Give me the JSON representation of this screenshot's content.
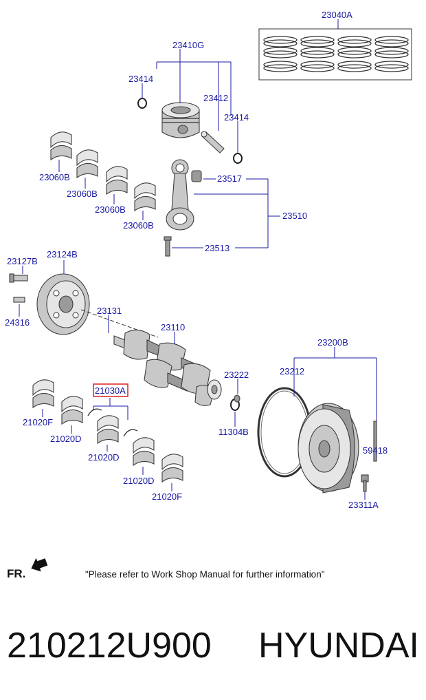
{
  "diagram": {
    "labels": {
      "piston_ring_set": "23040A",
      "piston_assy": "23410G",
      "snap_ring_left": "23414",
      "piston_pin": "23412",
      "snap_ring_right": "23414",
      "conrod_bearing_1": "23060B",
      "conrod_bearing_2": "23060B",
      "conrod_bearing_3": "23060B",
      "conrod_bearing_4": "23060B",
      "conrod_bushing": "23517",
      "conrod_assy": "23510",
      "conrod_bolt": "23513",
      "pulley_bolt": "23127B",
      "damper_pulley": "23124B",
      "pulley_washer": "24316",
      "key": "23131",
      "crankshaft": "23110",
      "pilot_bushing": "23222",
      "oil_seal": "11304B",
      "flywheel_assy": "23200B",
      "ring_gear": "23212",
      "dowel_pin": "59418",
      "flywheel_bolt": "23311A",
      "main_bearing_set": "21030A",
      "main_bearing_f1": "21020F",
      "main_bearing_d1": "21020D",
      "main_bearing_d2": "21020D",
      "main_bearing_d3": "21020D",
      "main_bearing_f2": "21020F"
    },
    "highlight_color": "#e03030",
    "label_color": "#1a1aa6"
  },
  "footer": {
    "front_label": "FR.",
    "front_arrow_icon": "arrow-icon",
    "note": "\"Please refer to Work Shop Manual for further information\""
  },
  "caption": {
    "part_number": "210212U900",
    "brand": "HYUNDAI"
  }
}
